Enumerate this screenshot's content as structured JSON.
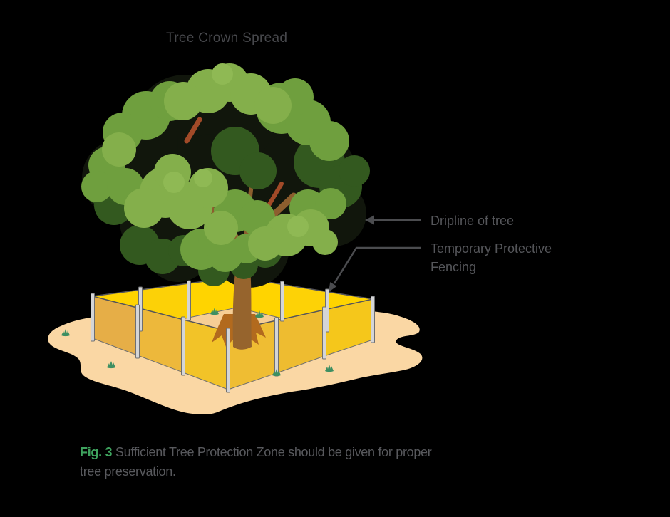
{
  "diagram": {
    "title": "Tree Crown Spread",
    "labels": {
      "dripline": "Dripline of tree",
      "fencing_line1": "Temporary Protective",
      "fencing_line2": "Fencing"
    },
    "caption": {
      "fig_label": "Fig. 3",
      "line1": "Sufficient Tree Protection Zone should be given for proper",
      "line2": "tree preservation."
    },
    "colors": {
      "background": "#000000",
      "title_text": "#47484C",
      "label_text": "#55565A",
      "caption_text": "#58595D",
      "fig_label_green": "#3EA35E",
      "arrow_gray": "#4B4C4F",
      "fence_yellow_back": "#FFD400",
      "fence_amber_front": "#EDB93C",
      "fence_post_gray": "#D4D5D7",
      "ground_outer_tan": "#FAD7A4",
      "ground_inner_tan": "#F6CE95",
      "grass_green": "#3D8F62",
      "trunk_brown": "#96642D",
      "trunk_flare_brown": "#B26A1E",
      "canopy_light_green": "#84AF4B",
      "canopy_mid_green": "#6F9F3E",
      "canopy_dark_green": "#33591F"
    }
  }
}
